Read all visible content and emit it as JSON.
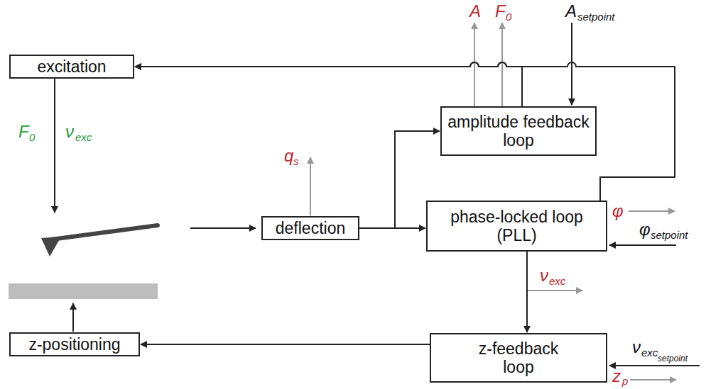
{
  "diagram": {
    "nodes": [
      {
        "text": [
          "excitation"
        ]
      },
      {
        "text": [
          "amplitude feedback loop"
        ]
      },
      {
        "text": [
          "deflection"
        ]
      },
      {
        "text": [
          "phase-locked loop (PLL)"
        ]
      },
      {
        "text": [
          "z-positioning"
        ]
      },
      {
        "text": [
          "z-feedback loop"
        ]
      }
    ],
    "edges": [
      {
        "from": 2,
        "to": 1,
        "arrow": "to"
      },
      {
        "from": 2,
        "to": 3,
        "arrow": "to"
      },
      {
        "from": 1,
        "to": 0,
        "arrow": "to"
      },
      {
        "from": 3,
        "to": 0,
        "arrow": "to"
      },
      {
        "from": 3,
        "to": 5,
        "arrow": "to"
      },
      {
        "from": 5,
        "to": 4,
        "arrow": "to"
      }
    ],
    "labels": [
      "A",
      "F",
      "0",
      "A",
      "setpoint",
      "F",
      "0",
      "ν",
      "exc",
      "q",
      "s",
      "φ",
      "φ",
      "setpoint",
      "ν",
      "exc",
      "ν",
      "exc",
      "setpoint",
      "z",
      "p"
    ]
  }
}
